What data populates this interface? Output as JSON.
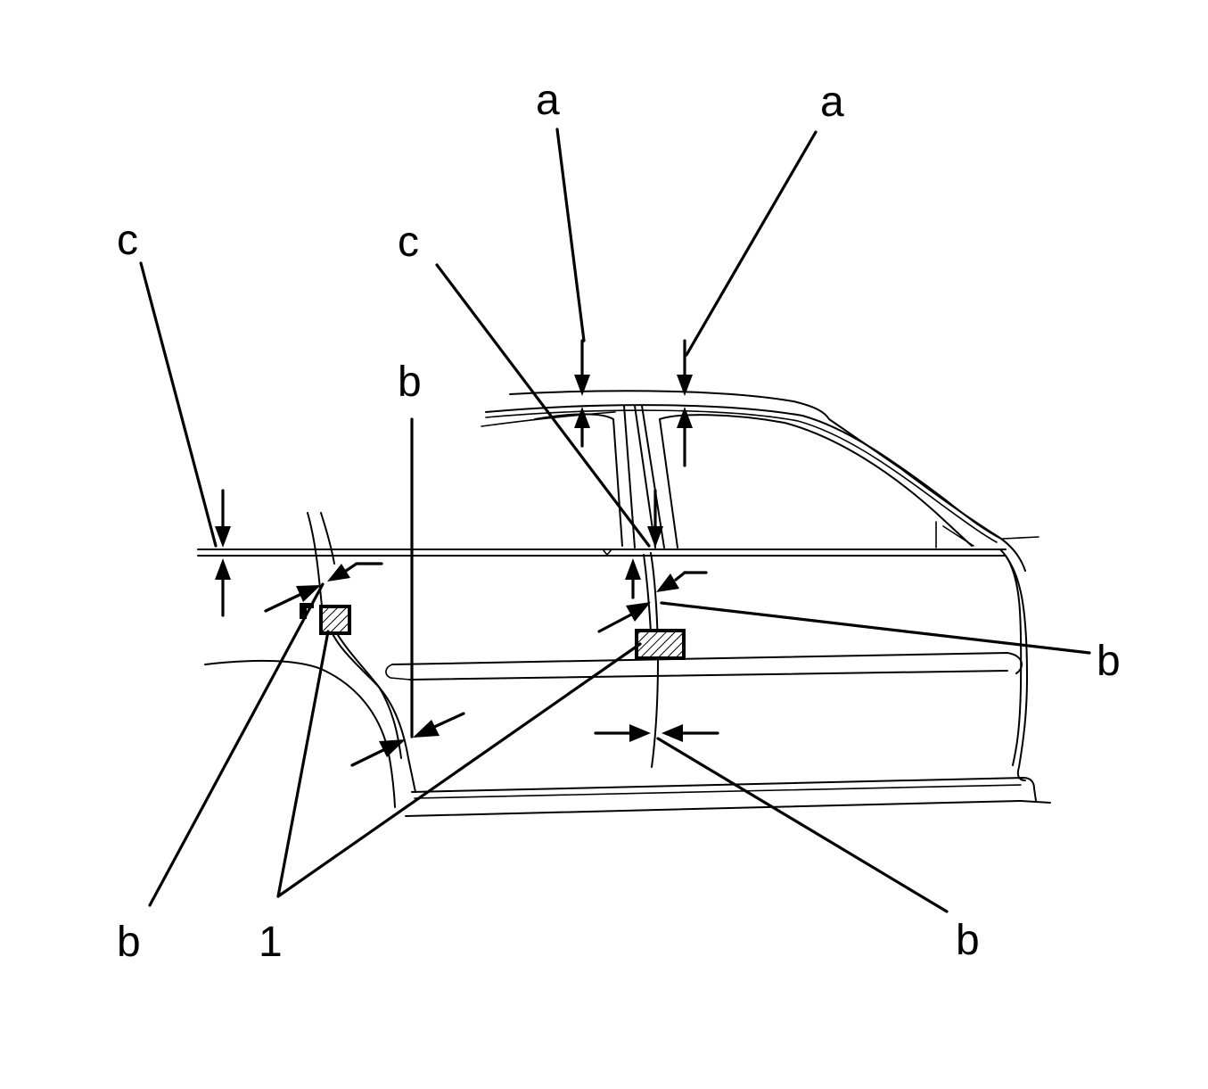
{
  "callouts": {
    "a": "a",
    "b": "b",
    "c": "c",
    "one": "1"
  },
  "colors": {
    "line": "#000000",
    "background": "#ffffff"
  }
}
